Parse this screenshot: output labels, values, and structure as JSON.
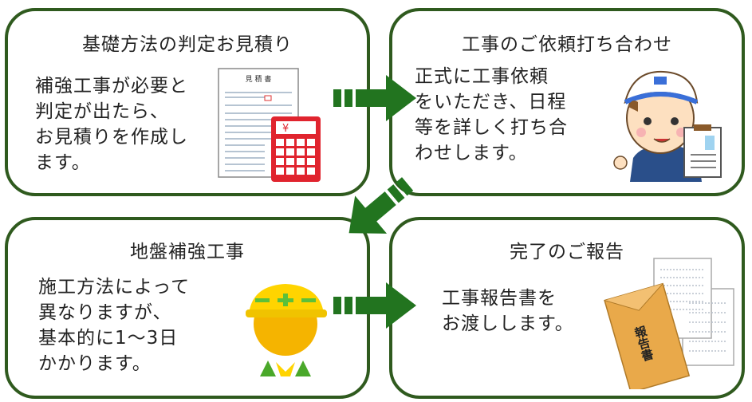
{
  "steps": [
    {
      "title": "基礎方法の判定お見積り",
      "body": "補強工事が必要と\n判定が出たら、\nお見積りを作成し\nます。"
    },
    {
      "title": "工事のご依頼打ち合わせ",
      "body": "正式に工事依頼\nをいただき、日程\n等を詳しく打ち合\nわせします。"
    },
    {
      "title": "地盤補強工事",
      "body": "施工方法によって\n異なりますが、\n基本的に1～3日\nかかります。"
    },
    {
      "title": "完了のご報告",
      "body": "工事報告書を\nお渡しします。"
    }
  ],
  "illustrations": {
    "estimate_doc_title": "見 積 書",
    "calculator_symbol": "¥",
    "envelope_label": "報告書"
  },
  "colors": {
    "border": "#2f5a1e",
    "arrow": "#22741f",
    "calculator": "#e0242e",
    "helmet": "#ffd400",
    "envelope": "#e9a94a"
  },
  "icons": [
    "estimate-document-icon",
    "calculator-icon",
    "worker-with-clipboard-icon",
    "hardhat-worker-icon",
    "report-envelope-icon",
    "arrow-right-icon",
    "arrow-down-left-icon"
  ]
}
